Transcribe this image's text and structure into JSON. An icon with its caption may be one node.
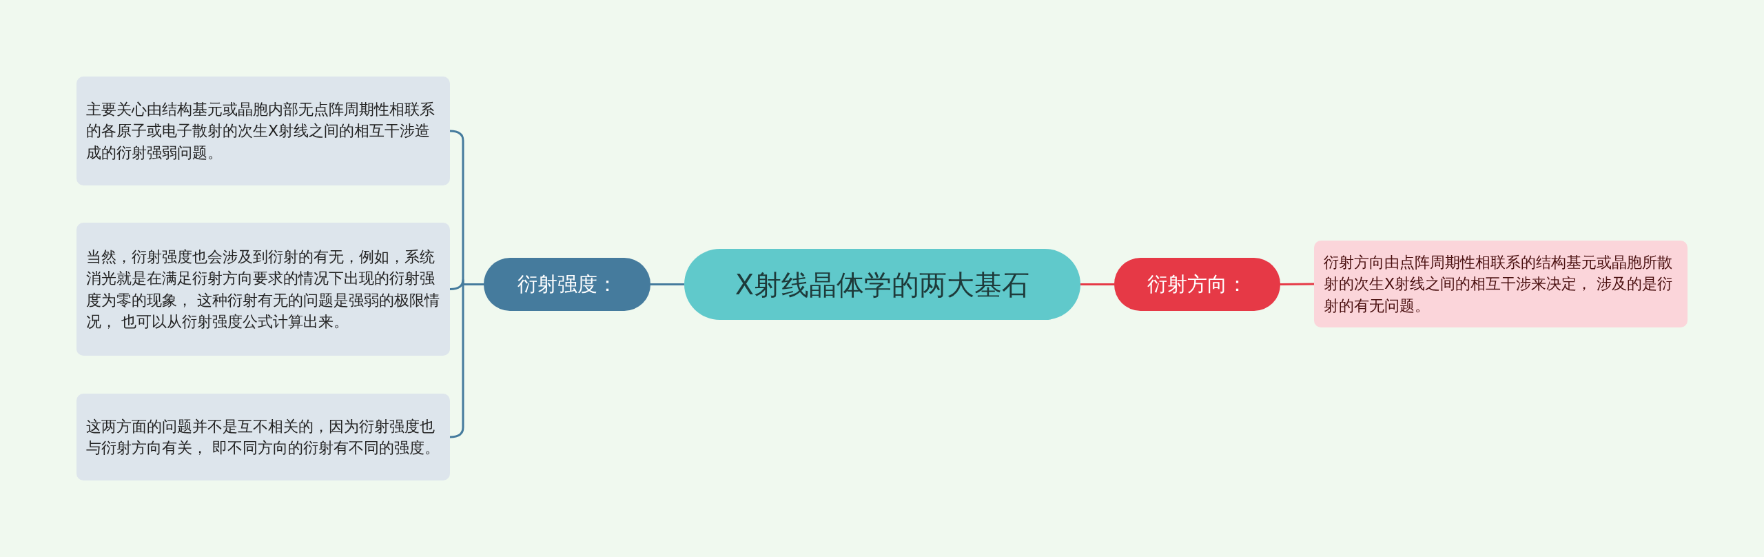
{
  "diagram": {
    "nodes": [
      {
        "text": [
          "X射线晶体学的两大基石"
        ]
      },
      {
        "text": [
          "衍射强度："
        ]
      },
      {
        "text": [
          "主要关心由结构基元或晶胞内部无点阵周期性相联系的各原子或电子散射的次生X射线之间的相互干涉造成的衍射强弱问题。"
        ]
      },
      {
        "text": [
          "当然，衍射强度也会涉及到衍射的有无，例如，系统消光就是在满足衍射方向要求的情况下出现的衍射强度为零的现象， 这种衍射有无的问题是强弱的极限情况， 也可以从衍射强度公式计算出来。"
        ]
      },
      {
        "text": [
          "这两方面的问题并不是互不相关的，因为衍射强度也与衍射方向有关， 即不同方向的衍射有不同的强度。"
        ]
      },
      {
        "text": [
          "衍射方向："
        ]
      },
      {
        "text": [
          "衍射方向由点阵周期性相联系的结构基元或晶胞所散射的次生X射线之间的相互干涉来决定， 涉及的是衍射的有无问题。"
        ]
      }
    ],
    "edges": [
      {
        "from": 0,
        "to": 1,
        "arrow": "none",
        "color": "#457b9d"
      },
      {
        "from": 1,
        "to": 2,
        "arrow": "none",
        "color": "#457b9d"
      },
      {
        "from": 1,
        "to": 3,
        "arrow": "none",
        "color": "#457b9d"
      },
      {
        "from": 1,
        "to": 4,
        "arrow": "none",
        "color": "#457b9d"
      },
      {
        "from": 0,
        "to": 5,
        "arrow": "none",
        "color": "#e63946"
      },
      {
        "from": 5,
        "to": 6,
        "arrow": "none",
        "color": "#e63946"
      }
    ]
  }
}
